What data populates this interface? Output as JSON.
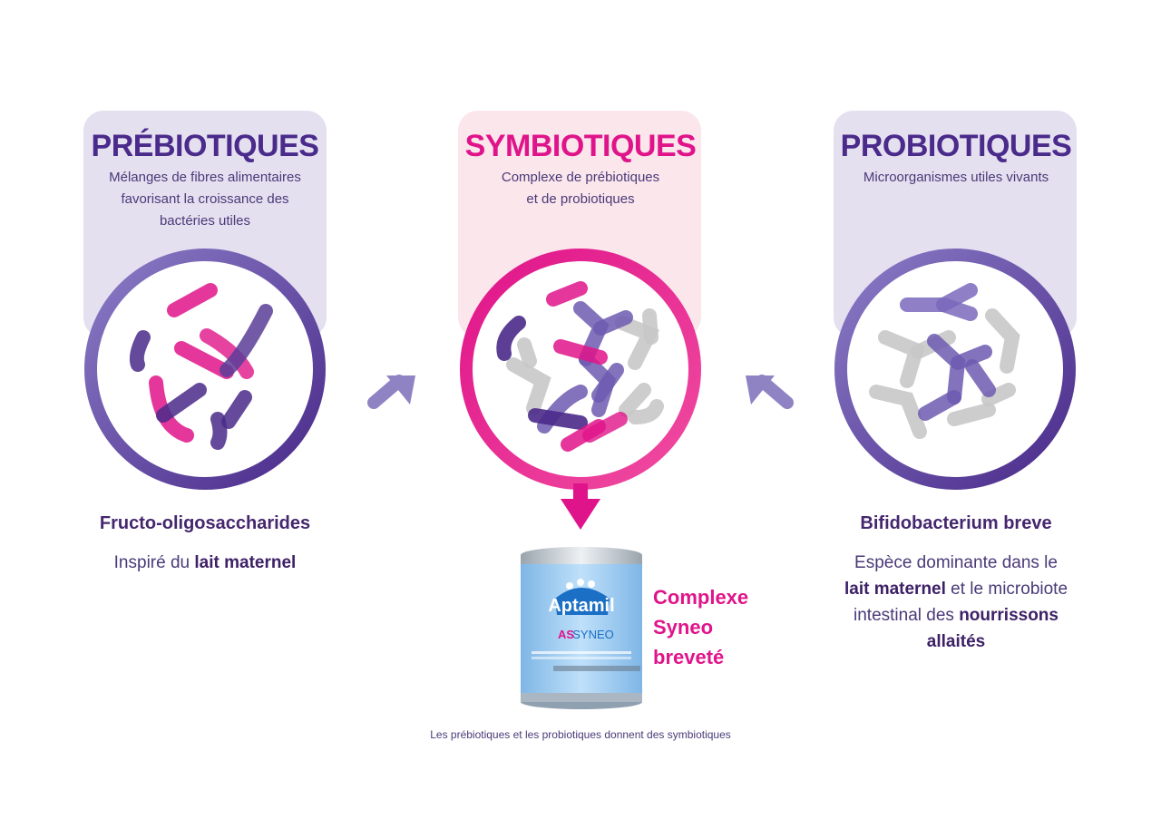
{
  "prebiotiques": {
    "title": "PRÉBIOTIQUES",
    "subtitle_lines": [
      "Mélanges de fibres alimentaires",
      "favorisant la croissance des",
      "bactéries utiles"
    ],
    "label": "Fructo-oligosaccharides",
    "desc_parts": [
      "Inspiré du ",
      "lait maternel"
    ]
  },
  "symbiotiques": {
    "title": "SYMBIOTIQUES",
    "subtitle_lines": [
      "Complexe de prébiotiques",
      "et de probiotiques"
    ]
  },
  "probiotiques": {
    "title": "PROBIOTIQUES",
    "subtitle_lines": [
      "Microorganismes utiles vivants"
    ],
    "label": "Bifidobacterium breve",
    "desc_parts": [
      "Espèce dominante dans le",
      "lait maternel",
      " et le microbiote",
      "intestinal des ",
      "nourrissons",
      "allaités"
    ]
  },
  "product": {
    "brand": "Aptamil",
    "variant_a": "AS",
    "variant_b": "SYNEO",
    "label_lines": [
      "Complexe",
      "Syneo",
      "breveté"
    ]
  },
  "caption": "Les prébiotiques et les probiotiques donnent des symbiotiques",
  "colors": {
    "purple": "#4a2a8a",
    "magenta": "#e0148a",
    "panel_purple": "#e4e0f0",
    "panel_pink": "#fbe6ec",
    "arrow": "#8f83c4",
    "bacteria_grey": "#c8c8c8"
  },
  "icons": [
    "prebiotic-circle-icon",
    "symbiotic-circle-icon",
    "probiotic-circle-icon",
    "arrow-right-icon",
    "arrow-left-icon",
    "arrow-down-icon",
    "aptamil-can-image"
  ]
}
